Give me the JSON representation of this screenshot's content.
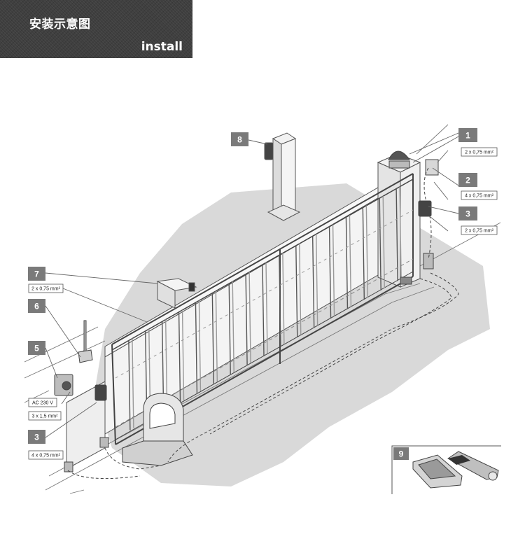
{
  "header": {
    "title": "安装示意图",
    "subtitle": "install"
  },
  "callouts": [
    {
      "number": "1"
    },
    {
      "number": "2"
    },
    {
      "number": "3"
    },
    {
      "number": "8"
    },
    {
      "number": "7"
    },
    {
      "number": "6"
    },
    {
      "number": "5"
    },
    {
      "number": "3"
    },
    {
      "number": "9"
    }
  ],
  "cable_labels": [
    {
      "text": "2 x 0,75 mm²"
    },
    {
      "text": "4 x 0,75 mm²"
    },
    {
      "text": "2 x 0,75 mm²"
    },
    {
      "text": "2 x 0,75 mm²"
    },
    {
      "text": "AC 230 V"
    },
    {
      "text": "3 x 1,5 mm²"
    },
    {
      "text": "4 x 0,75 mm²"
    }
  ],
  "colors": {
    "banner": "#3f3f3f",
    "callout": "#7a7a7a",
    "shadow": "#d6d6d6",
    "line": "#555555"
  }
}
